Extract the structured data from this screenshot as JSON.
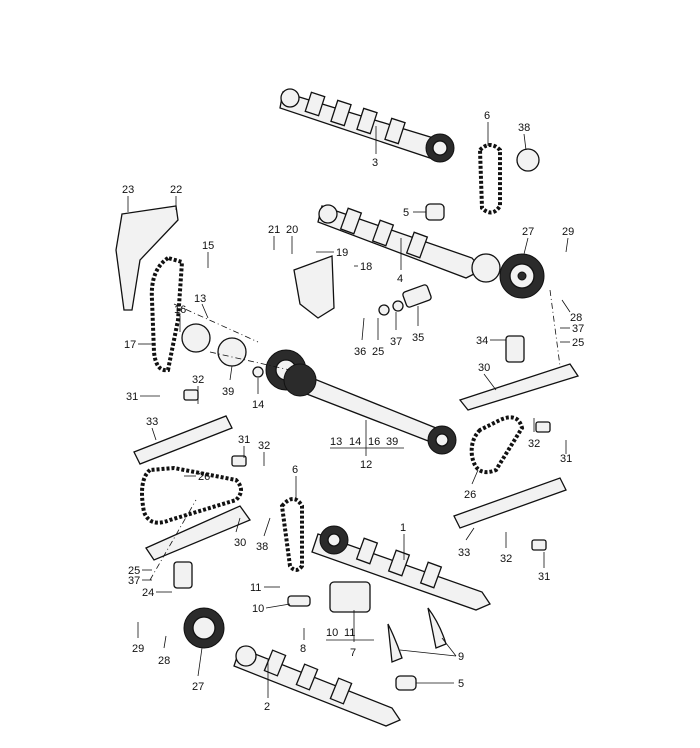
{
  "diagram": {
    "labels": {
      "p1": "1",
      "p2": "2",
      "p3": "3",
      "p4": "4",
      "p5a": "5",
      "p5b": "5",
      "p6a": "6",
      "p6b": "6",
      "p7": "7",
      "p8": "8",
      "p9": "9",
      "p10a": "10",
      "p10b": "10",
      "p11a": "11",
      "p11b": "11",
      "p12": "12",
      "p13a": "13",
      "p13b": "13",
      "p14a": "14",
      "p14b": "14",
      "p15": "15",
      "p16a": "16",
      "p16b": "16",
      "p17": "17",
      "p18": "18",
      "p19": "19",
      "p20": "20",
      "p21": "21",
      "p22": "22",
      "p23": "23",
      "p24": "24",
      "p25a": "25",
      "p25b": "25",
      "p25c": "25",
      "p26a": "26",
      "p26b": "26",
      "p27a": "27",
      "p27b": "27",
      "p28a": "28",
      "p28b": "28",
      "p29a": "29",
      "p29b": "29",
      "p30a": "30",
      "p30b": "30",
      "p31a": "31",
      "p31b": "31",
      "p31c": "31",
      "p31d": "31",
      "p32a": "32",
      "p32b": "32",
      "p32c": "32",
      "p32d": "32",
      "p33a": "33",
      "p33b": "33",
      "p34": "34",
      "p35": "35",
      "p36": "36",
      "p37a": "37",
      "p37b": "37",
      "p37c": "37",
      "p38a": "38",
      "p38b": "38",
      "p39a": "39",
      "p39b": "39"
    }
  }
}
